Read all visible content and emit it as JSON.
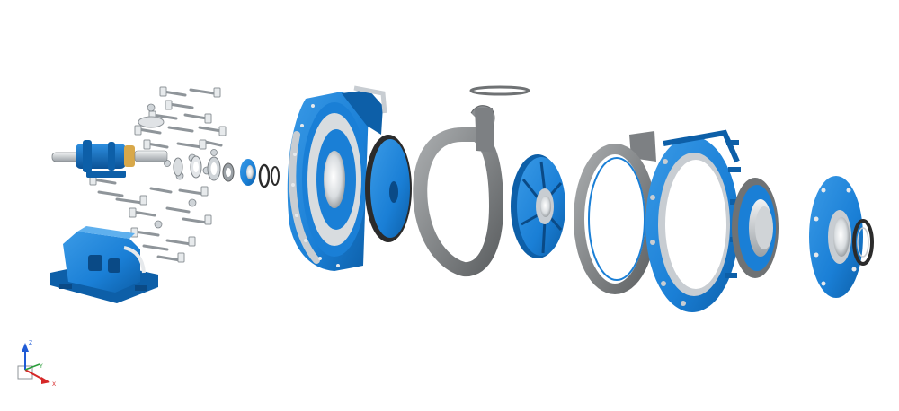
{
  "diagram": {
    "style": "exploded-3d-assembly",
    "colors": {
      "blue": "#1a7fd6",
      "blue_dark": "#0d5fa8",
      "blue_shade": "#0a4a86",
      "steel": "#c8cdd2",
      "steel_light": "#e6e9ec",
      "grey": "#8a8d90",
      "grey_dark": "#5e6163",
      "grey_light": "#b3b6b8",
      "rubber": "#2b2b2b",
      "brass": "#d8a84a",
      "axis_z": "#1f5bd6",
      "axis_x": "#d62828",
      "axis_y": "#2a9d3a"
    },
    "parts": [
      {
        "id": "bearing-assembly",
        "color": "blue"
      },
      {
        "id": "bolt-set",
        "color": "steel"
      },
      {
        "id": "pedestal-base",
        "color": "blue"
      },
      {
        "id": "shaft-sleeve-set",
        "color": "steel"
      },
      {
        "id": "stuffing-box-seal",
        "color": "blue"
      },
      {
        "id": "frame-plate",
        "color": "blue"
      },
      {
        "id": "frame-plate-liner-insert",
        "color": "blue"
      },
      {
        "id": "volute-liner",
        "color": "grey"
      },
      {
        "id": "impeller",
        "color": "blue"
      },
      {
        "id": "throatbush-liner",
        "color": "grey"
      },
      {
        "id": "cover-plate",
        "color": "blue"
      },
      {
        "id": "throatbush",
        "color": "grey"
      },
      {
        "id": "intake-joint-ring",
        "color": "blue"
      },
      {
        "id": "intake-gasket",
        "color": "rubber"
      }
    ],
    "axis_triad": {
      "z": "Z",
      "y": "Y",
      "x": "X"
    }
  }
}
